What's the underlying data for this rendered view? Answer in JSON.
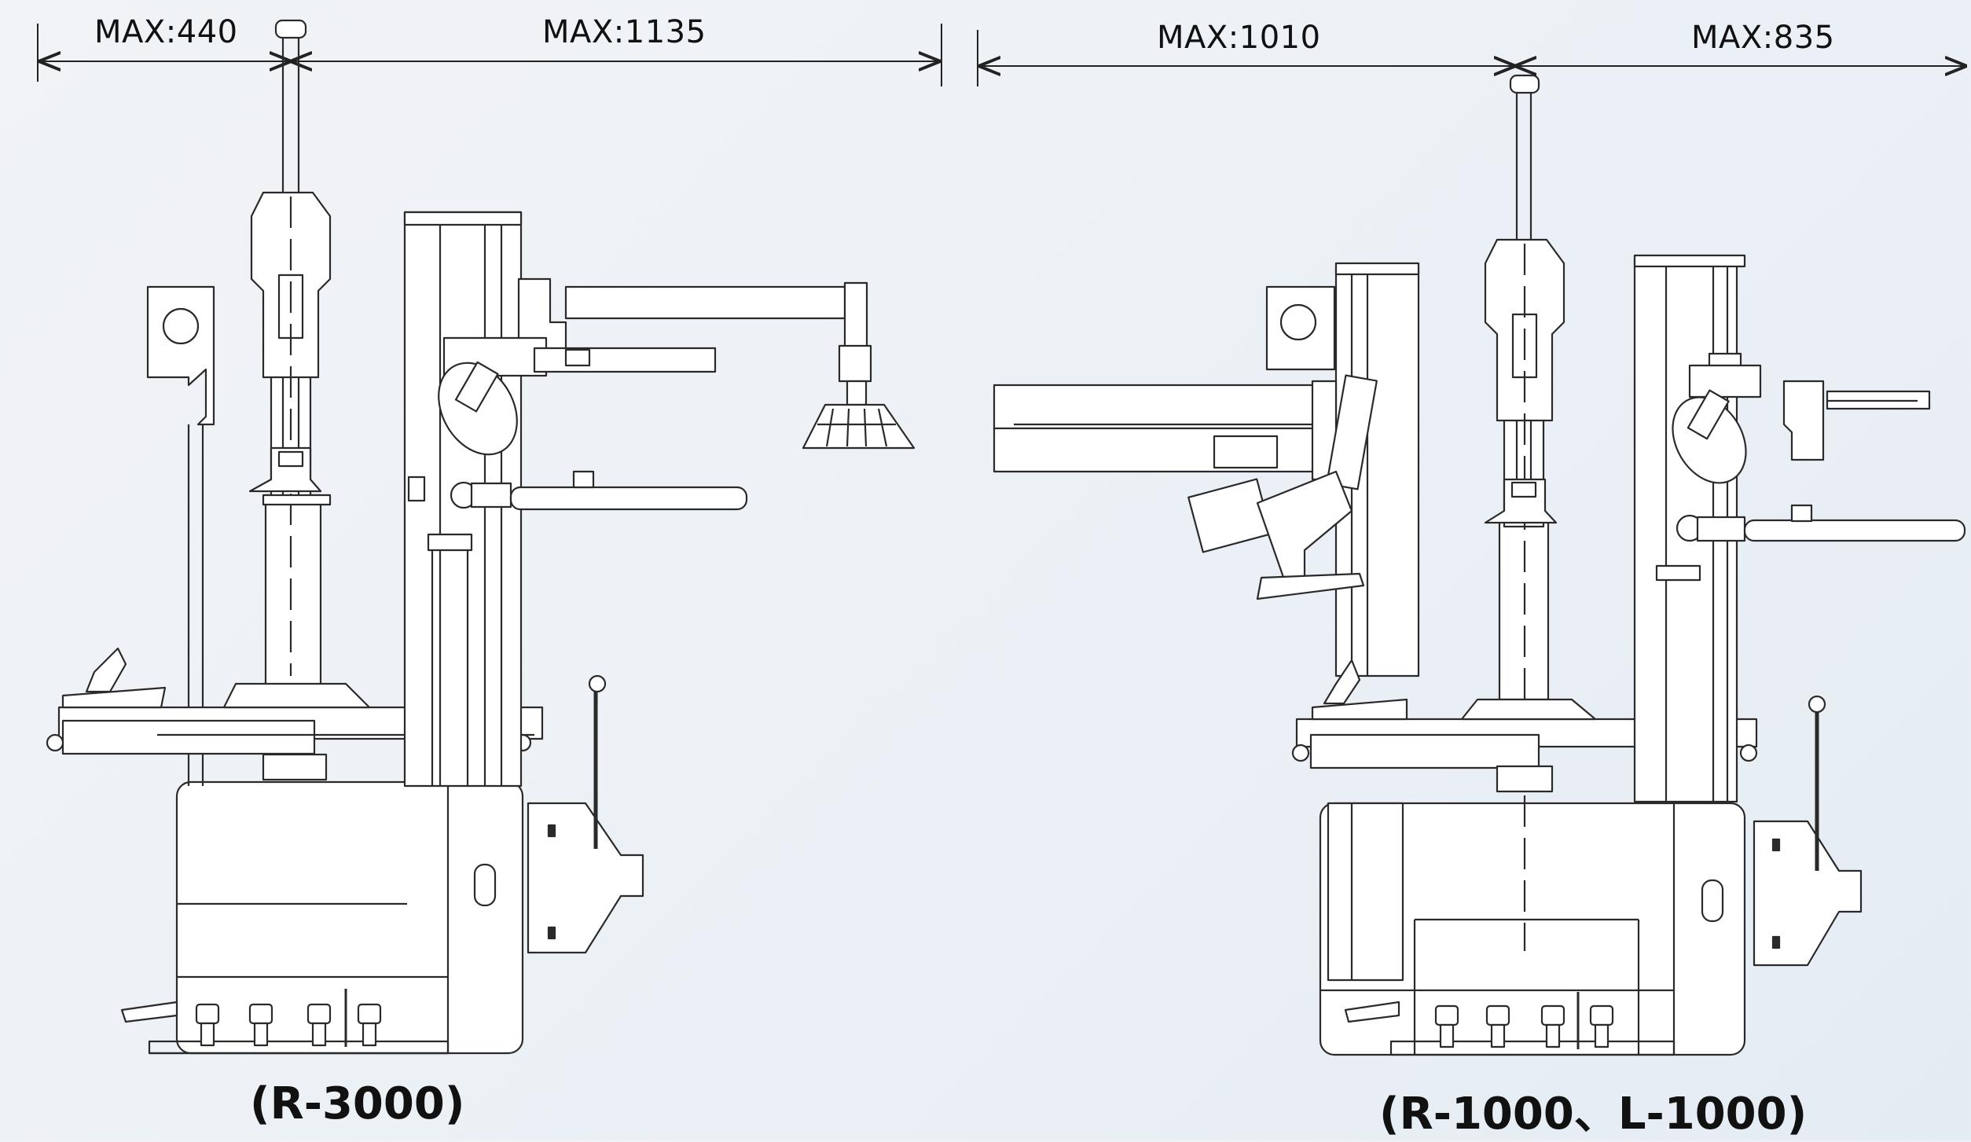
{
  "dimensions": {
    "left_machine": {
      "max_left": "MAX:440",
      "max_right": "MAX:1135"
    },
    "right_machine": {
      "max_left": "MAX:1010",
      "max_right": "MAX:835"
    }
  },
  "captions": {
    "left_machine": "(R-3000)",
    "right_machine": "(R-1000、L-1000)"
  },
  "colors": {
    "line": "#2a2a2a",
    "fill": "#ffffff",
    "background": "#eef2f6"
  }
}
